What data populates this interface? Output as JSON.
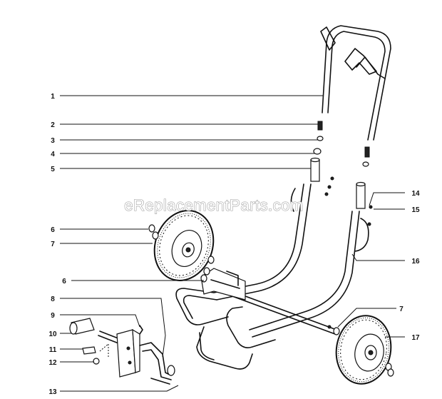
{
  "diagram": {
    "watermark": "eReplacementParts.com",
    "callouts": [
      {
        "id": "c1",
        "text": "1"
      },
      {
        "id": "c2",
        "text": "2"
      },
      {
        "id": "c3",
        "text": "3"
      },
      {
        "id": "c4",
        "text": "4"
      },
      {
        "id": "c5",
        "text": "5"
      },
      {
        "id": "c6a",
        "text": "6"
      },
      {
        "id": "c7a",
        "text": "7"
      },
      {
        "id": "c6b",
        "text": "6"
      },
      {
        "id": "c8",
        "text": "8"
      },
      {
        "id": "c9",
        "text": "9"
      },
      {
        "id": "c10",
        "text": "10"
      },
      {
        "id": "c11",
        "text": "11"
      },
      {
        "id": "c12",
        "text": "12"
      },
      {
        "id": "c13",
        "text": "13"
      },
      {
        "id": "c14",
        "text": "14"
      },
      {
        "id": "c15",
        "text": "15"
      },
      {
        "id": "c16",
        "text": "16"
      },
      {
        "id": "c7b",
        "text": "7"
      },
      {
        "id": "c17",
        "text": "17"
      }
    ]
  }
}
